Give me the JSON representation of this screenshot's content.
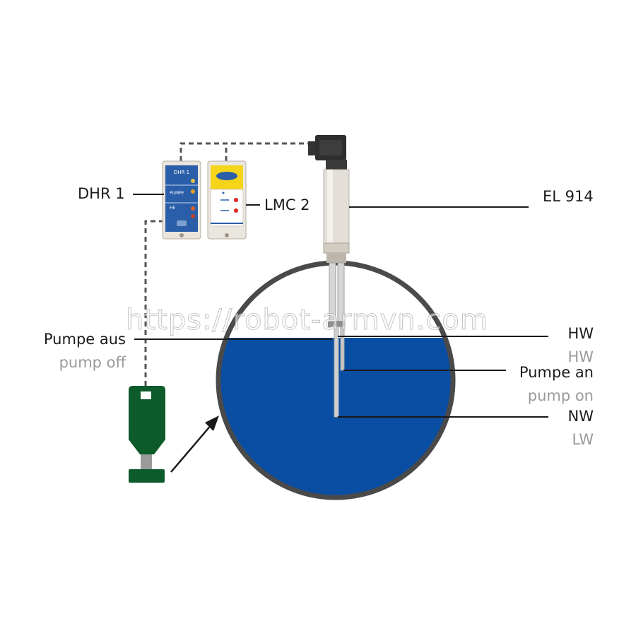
{
  "labels": {
    "dhr1": "DHR 1",
    "lmc2": "LMC 2",
    "el914": "EL 914",
    "hw_de": "HW",
    "hw_en": "HW",
    "pump_off_de": "Pumpe aus",
    "pump_off_en": "pump off",
    "pump_on_de": "Pumpe an",
    "pump_on_en": "pump on",
    "nw_de": "NW",
    "lw_en": "LW"
  },
  "devices": {
    "dhr1_title": "DHR 1",
    "dhr1_row1": "PUMPE",
    "dhr1_row2": "HE"
  },
  "watermark": "https://robot-armvn.com",
  "colors": {
    "water": "#0a4ea3",
    "tank_wall": "#4a4a4a",
    "sensor_green": "#0d5a2b",
    "lmc_yellow": "#f5d51a",
    "dhr_blue": "#2a5ea8",
    "label_gray": "#9a9a9a"
  }
}
